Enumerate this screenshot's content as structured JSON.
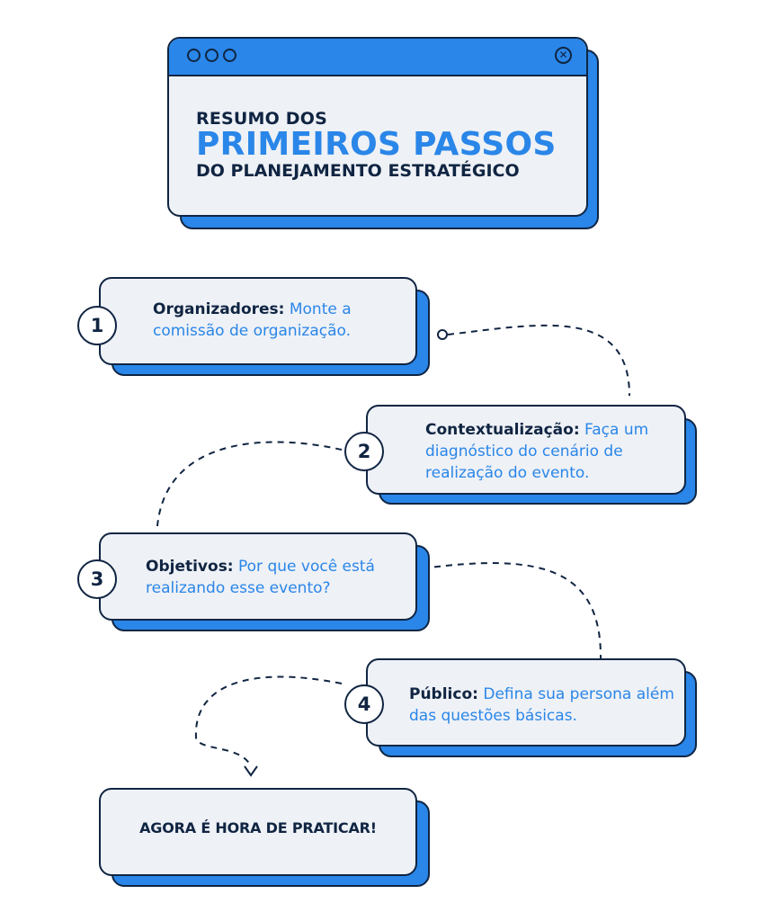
{
  "window": {
    "title_line1": "RESUMO DOS",
    "title_line2": "PRIMEIROS PASSOS",
    "title_line3": "DO PLANEJAMENTO ESTRATÉGICO",
    "close_glyph": "✕"
  },
  "steps": [
    {
      "number": "1",
      "label": "Organizadores:",
      "desc": "Monte a comissão de organização."
    },
    {
      "number": "2",
      "label": "Contextualização:",
      "desc": "Faça um diagnóstico do cenário de realização do evento."
    },
    {
      "number": "3",
      "label": "Objetivos:",
      "desc": "Por que você está realizando esse evento?"
    },
    {
      "number": "4",
      "label": "Público:",
      "desc": "Defina sua persona além das questões básicas."
    }
  ],
  "final": {
    "label": "AGORA É HORA DE PRATICAR!"
  },
  "colors": {
    "accent": "#2a86e8",
    "navy": "#102542",
    "card": "#eef1f6"
  }
}
